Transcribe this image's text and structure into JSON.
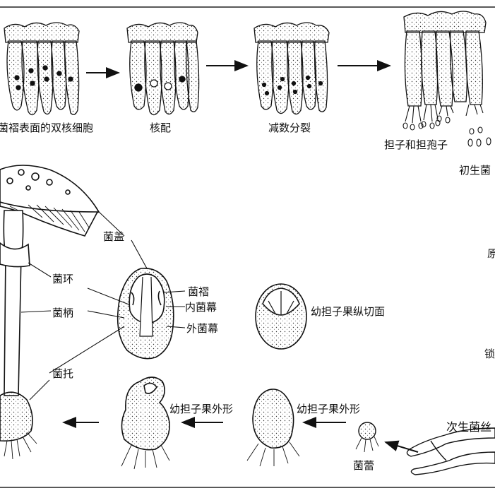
{
  "labels": {
    "stage1": "菌褶表面的双核细胞",
    "stage2": "核配",
    "stage3": "减数分裂",
    "stage4": "担子和担孢子",
    "primary_mycelium_partial": "初生菌",
    "edge_char_1": "原",
    "edge_char_2": "锁",
    "cap": "菌盖",
    "ring": "菌环",
    "stalk": "菌柄",
    "volva": "菌托",
    "gills": "菌褶",
    "inner_veil": "内菌幕",
    "outer_veil": "外菌幕",
    "young_section": "幼担子果纵切面",
    "young_exterior_1": "幼担子果外形",
    "young_exterior_2": "幼担子果外形",
    "bud": "菌蕾",
    "secondary_mycelium_partial": "次生菌丝"
  }
}
